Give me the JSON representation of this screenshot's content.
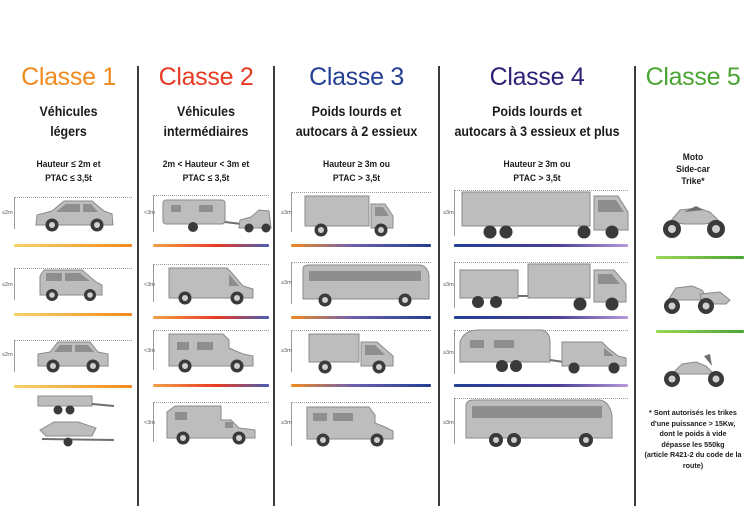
{
  "classes": [
    {
      "title": "Classe 1",
      "color": "#f08a1e",
      "category": [
        "Véhicules",
        "légers"
      ],
      "criteria": [
        "Hauteur ≤ 2m et",
        "PTAC ≤ 3,5t"
      ]
    },
    {
      "title": "Classe 2",
      "color": "#e63a24",
      "category": [
        "Véhicules",
        "intermédiaires"
      ],
      "criteria": [
        "2m < Hauteur < 3m et",
        "PTAC ≤ 3,5t"
      ]
    },
    {
      "title": "Classe 3",
      "color": "#233f93",
      "category": [
        "Poids lourds et",
        "autocars à 2 essieux"
      ],
      "criteria": [
        "Hauteur ≥ 3m ou",
        "PTAC > 3,5t"
      ]
    },
    {
      "title": "Classe 4",
      "color": "#2b2277",
      "category": [
        "Poids lourds et",
        "autocars à 3 essieux et plus"
      ],
      "criteria": [
        "Hauteur ≥ 3m ou",
        "PTAC > 3,5t"
      ]
    },
    {
      "title": "Classe 5",
      "color": "#4aa532",
      "category": [],
      "criteria": [
        "Moto",
        "Side-car",
        "Trike*"
      ]
    }
  ],
  "dimension_labels": {
    "le2m": "≤2m",
    "lt3m": "<3m",
    "ge3m": "≥3m"
  },
  "footnote": [
    "* Sont autorisés les trikes",
    "d'une puissance > 15Kw,",
    "dont le poids à vide",
    "dépasse les 550kg",
    "(article R421-2 du code de la route)"
  ],
  "colors": {
    "separator": "#3b3b3b",
    "vehicle": "#b9b9b9",
    "vehicle_dark": "#6f6f6f"
  },
  "icons": [
    "car-icon",
    "minivan-icon",
    "suv-icon",
    "trailer-icon",
    "boat-trailer-icon",
    "caravan-car-icon",
    "van-icon",
    "camper-icon",
    "pickup-camper-icon",
    "truck-icon",
    "bus-icon",
    "box-van-icon",
    "motorhome-icon",
    "semi-truck-icon",
    "truck-trailer-icon",
    "caravan-van-icon",
    "coach-icon",
    "motorcycle-icon",
    "sidecar-icon",
    "trike-icon"
  ]
}
